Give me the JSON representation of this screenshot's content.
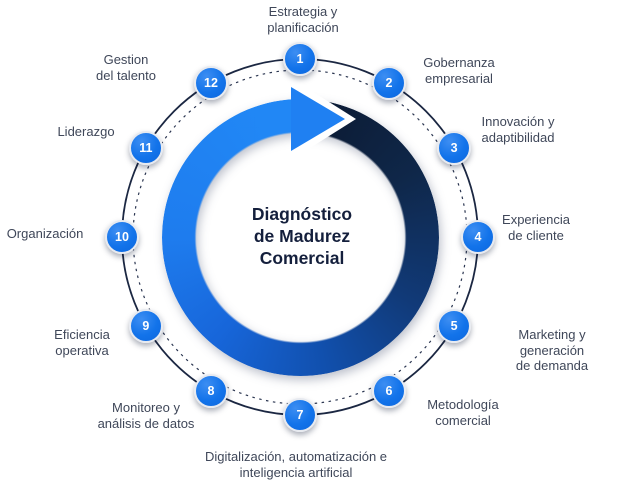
{
  "diagram": {
    "title": "Diagnóstico\nde Madurez\nComercial",
    "items": [
      {
        "number": "1",
        "label": "Estrategia y\nplanificación"
      },
      {
        "number": "2",
        "label": "Gobernanza\nempresarial"
      },
      {
        "number": "3",
        "label": "Innovación y\nadaptibilidad"
      },
      {
        "number": "4",
        "label": "Experiencia\nde cliente"
      },
      {
        "number": "5",
        "label": "Marketing y generación\nde demanda"
      },
      {
        "number": "6",
        "label": "Metodología\ncomercial"
      },
      {
        "number": "7",
        "label": "Digitalización, automatización e\ninteligencia artificial"
      },
      {
        "number": "8",
        "label": "Monitoreo y\nanálisis de datos"
      },
      {
        "number": "9",
        "label": "Eficiencia\noperativa"
      },
      {
        "number": "10",
        "label": "Organización"
      },
      {
        "number": "11",
        "label": "Liderazgo"
      },
      {
        "number": "12",
        "label": "Gestion\ndel talento"
      }
    ],
    "icons": {
      "arrow_head": "clockwise-arrow-head-icon"
    },
    "colors": {
      "node_blue": "#1273ea",
      "arrow_bright": "#2187f5",
      "arrow_dark": "#0c1b34",
      "track_navy": "#1b2742",
      "title_navy": "#141f3c",
      "label_gray": "#3f4759"
    }
  }
}
